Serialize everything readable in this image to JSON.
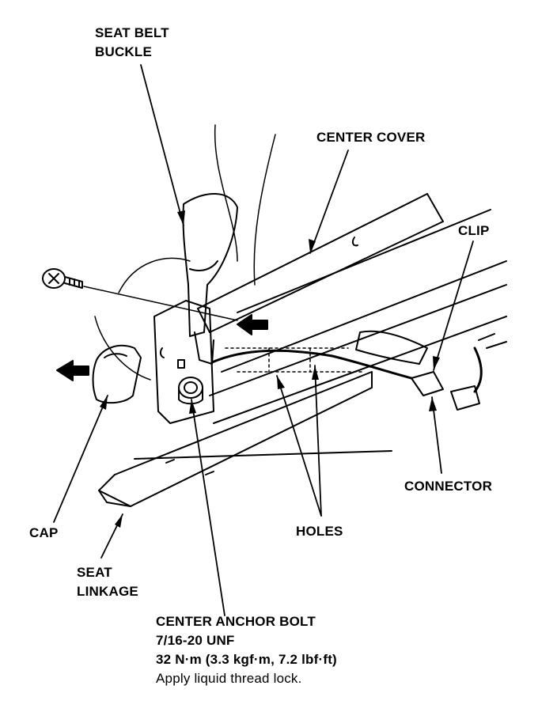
{
  "labels": {
    "seat_belt_buckle": [
      "SEAT BELT",
      "BUCKLE"
    ],
    "center_cover": "CENTER COVER",
    "clip": "CLIP",
    "connector": "CONNECTOR",
    "holes": "HOLES",
    "cap": "CAP",
    "seat_linkage": [
      "SEAT",
      "LINKAGE"
    ],
    "center_anchor_bolt": {
      "name": "CENTER ANCHOR BOLT",
      "spec": "7/16-20 UNF",
      "torque": "32 N·m (3.3 kgf·m, 7.2 lbf·ft)",
      "note": "Apply liquid thread lock."
    }
  },
  "colors": {
    "ink": "#000000",
    "paper": "#ffffff"
  }
}
